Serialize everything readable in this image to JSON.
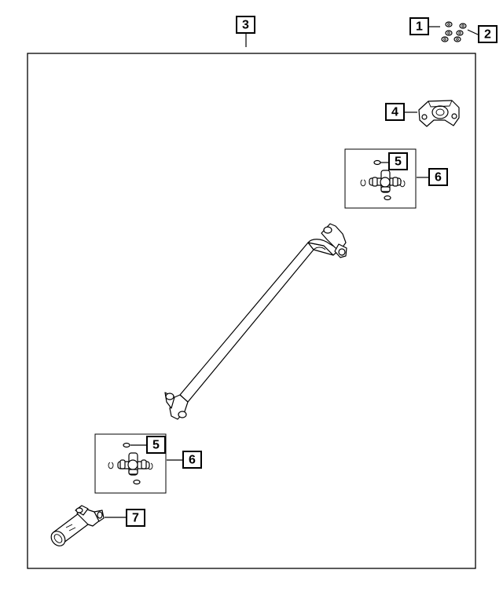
{
  "callouts": {
    "c1": "1",
    "c2": "2",
    "c3": "3",
    "c4": "4",
    "c5_upper": "5",
    "c6_upper": "6",
    "c5_lower": "5",
    "c6_lower": "6",
    "c7": "7"
  },
  "colors": {
    "line": "#000000",
    "background": "#ffffff"
  }
}
